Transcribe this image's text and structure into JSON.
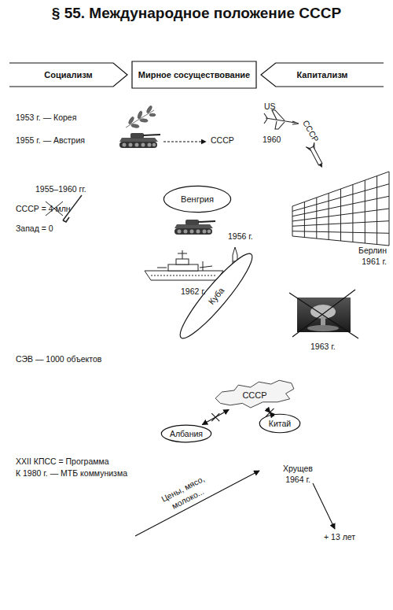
{
  "diagram": {
    "title": "§ 55. Международное положение СССР",
    "nodes": [
      {
        "text": [
          "Социализм"
        ]
      },
      {
        "text": [
          "Мирное сосуществование"
        ]
      },
      {
        "text": [
          "Капитализм"
        ]
      },
      {
        "text": [
          "Венгрия"
        ]
      },
      {
        "text": [
          "Куба"
        ]
      },
      {
        "text": [
          "СССР"
        ]
      },
      {
        "text": [
          "Албания"
        ]
      },
      {
        "text": [
          "Китай"
        ]
      }
    ],
    "edges": [
      {
        "from": 5,
        "to": 6,
        "arrow": "both"
      },
      {
        "from": 5,
        "to": 7,
        "arrow": "both"
      }
    ],
    "labels": [
      "1953 г. — Корея",
      "1955 г. — Австрия",
      "СССР",
      "US",
      "СССР",
      "1960",
      "1955–1960 гг.",
      "СССР = 4 млн",
      "Запад = 0",
      "1956 г.",
      "Берлин 1961 г.",
      "1962 г.",
      "1963 г.",
      "СЭВ — 1000 объектов",
      "XXII КПСС = Программа",
      "К 1980 г. — МТБ коммунизма",
      "Цены, мясо, молоко...",
      "Хрущев 1964 г.",
      "+ 13 лет"
    ]
  }
}
